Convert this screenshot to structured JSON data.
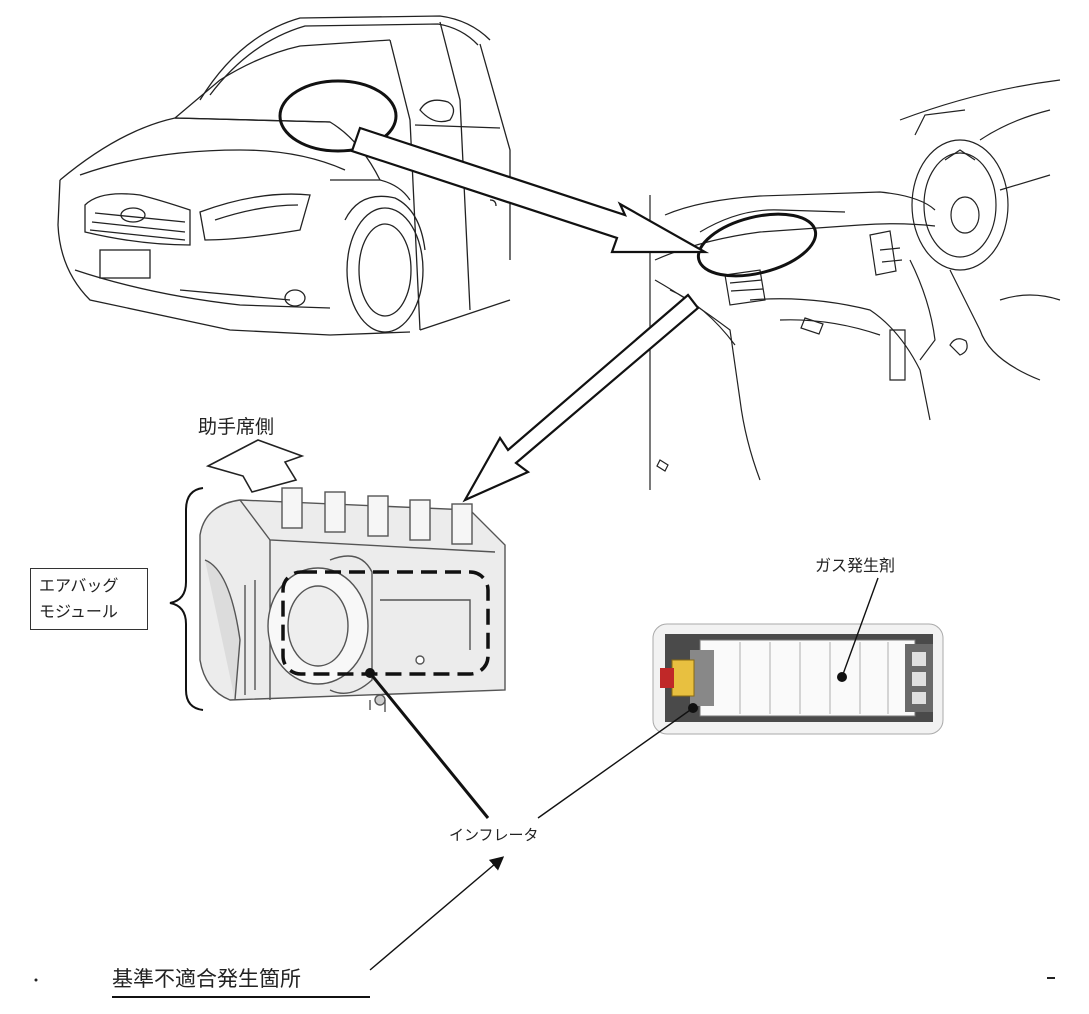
{
  "labels": {
    "passenger_side": "助手席側",
    "airbag_module_line1": "エアバッグ",
    "airbag_module_line2": "モジュール",
    "gas_generant": "ガス発生剤",
    "inflator": "インフレータ",
    "defect_location": "基準不適合発生箇所"
  },
  "colors": {
    "line": "#111111",
    "connector_yellow": "#e8c040",
    "connector_red": "#c02828",
    "inflator_body": "#f4f4f4",
    "inflator_frame": "#5a5a5a"
  }
}
